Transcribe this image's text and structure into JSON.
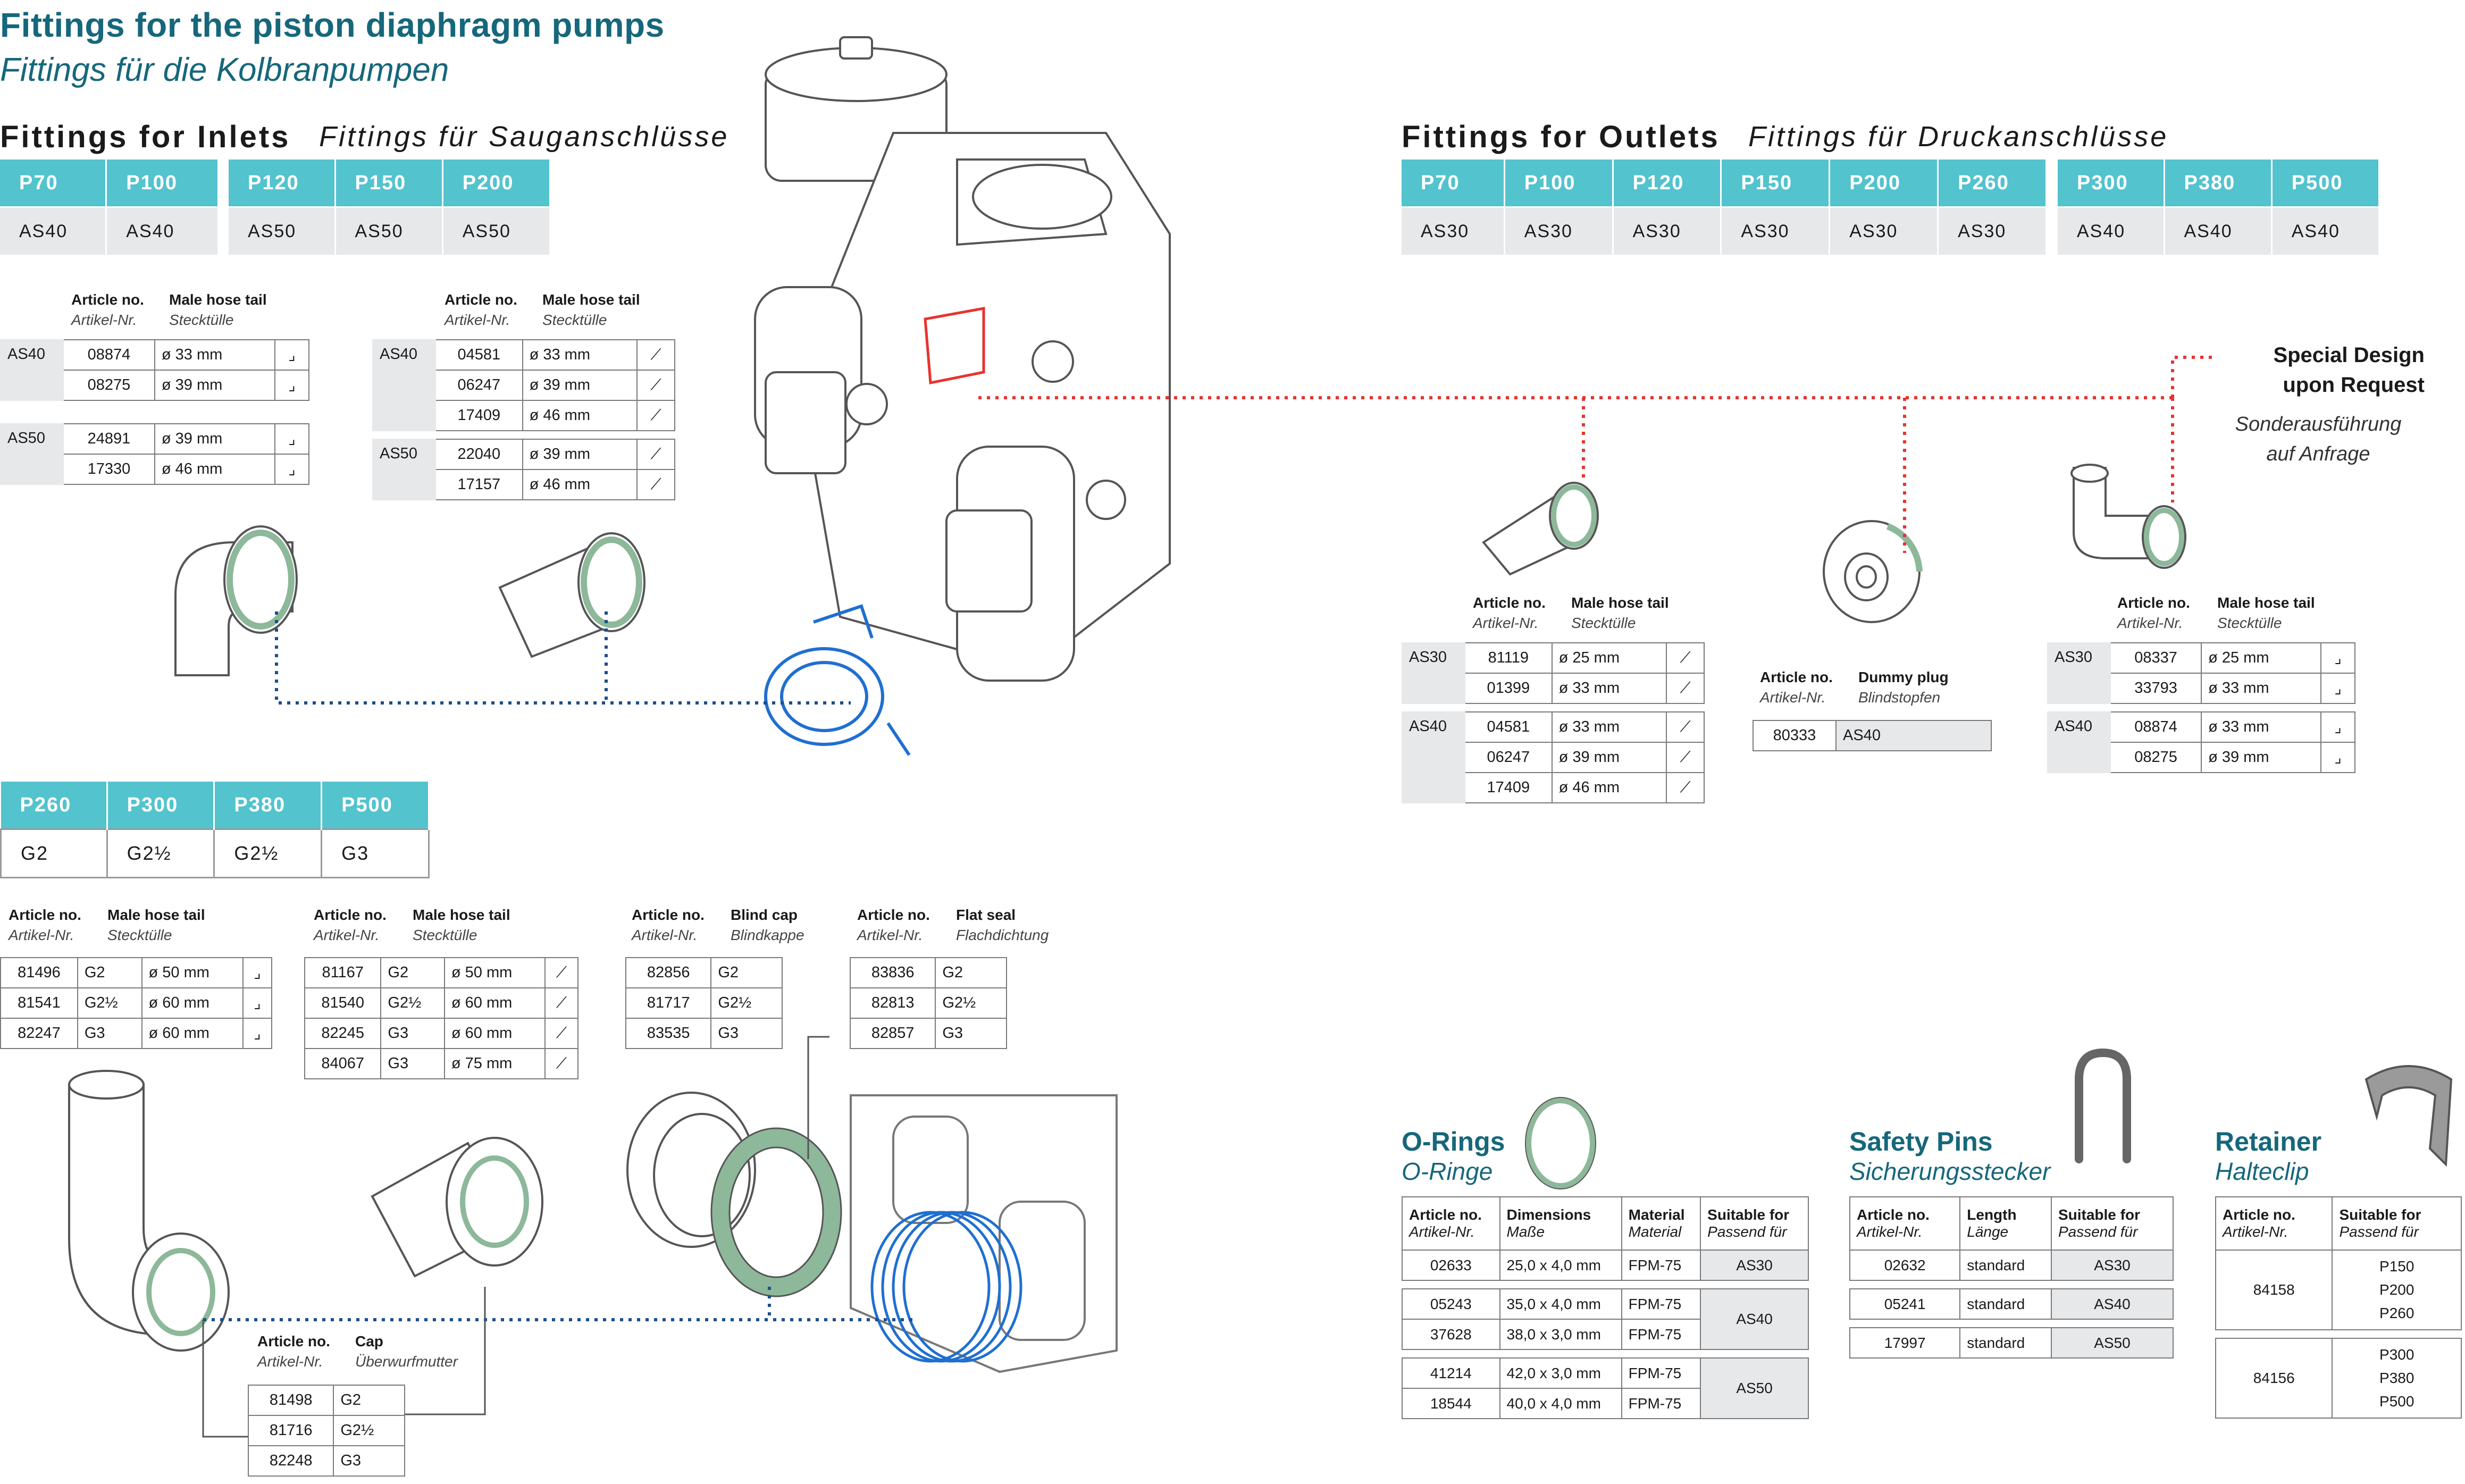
{
  "title": {
    "en": "Fittings for the piston diaphragm pumps",
    "de": "Fittings für die Kolbranpumpen"
  },
  "inlets": {
    "en": "Fittings for Inlets",
    "de": "Fittings für Sauganschlüsse",
    "group1": {
      "models": [
        "P70",
        "P100"
      ],
      "connections": [
        "AS40",
        "AS40"
      ]
    },
    "group2": {
      "models": [
        "P120",
        "P150",
        "P200"
      ],
      "connections": [
        "AS50",
        "AS50",
        "AS50"
      ]
    }
  },
  "outlets": {
    "en": "Fittings for Outlets",
    "de": "Fittings für Druckanschlüsse",
    "group1": {
      "models": [
        "P70",
        "P100",
        "P120",
        "P150",
        "P200",
        "P260"
      ],
      "connections": [
        "AS30",
        "AS30",
        "AS30",
        "AS30",
        "AS30",
        "AS30"
      ]
    },
    "group2": {
      "models": [
        "P300",
        "P380",
        "P500"
      ],
      "connections": [
        "AS40",
        "AS40",
        "AS40"
      ]
    }
  },
  "large": {
    "models": [
      "P260",
      "P300",
      "P380",
      "P500"
    ],
    "connections": [
      "G2",
      "G2½",
      "G2½",
      "G3"
    ]
  },
  "labels": {
    "article_no": "Article no.",
    "artikel_nr": "Artikel-Nr.",
    "male_hose_tail": "Male hose tail",
    "stecktuelle": "Stecktülle",
    "dummy_plug": "Dummy plug",
    "blindstopfen": "Blindstopfen",
    "blind_cap": "Blind cap",
    "blindkappe": "Blindkappe",
    "flat_seal": "Flat seal",
    "flachdichtung": "Flachdichtung",
    "cap": "Cap",
    "ueberwurfmutter": "Überwurfmutter",
    "dimensions": "Dimensions",
    "masse": "Maße",
    "material": "Material",
    "material_de": "Material",
    "suitable_for": "Suitable for",
    "passend_fuer": "Passend für",
    "length": "Length",
    "laenge": "Länge"
  },
  "special": {
    "line1": "Special Design",
    "line2": "upon Request",
    "de1": "Sonderausführung",
    "de2": "auf Anfrage"
  },
  "inlet_angled": {
    "AS40": [
      [
        "08874",
        "ø 33 mm"
      ],
      [
        "08275",
        "ø 39 mm"
      ]
    ],
    "AS50": [
      [
        "24891",
        "ø 39 mm"
      ],
      [
        "17330",
        "ø 46 mm"
      ]
    ]
  },
  "inlet_straight": {
    "AS40": [
      [
        "04581",
        "ø 33 mm"
      ],
      [
        "06247",
        "ø 39 mm"
      ],
      [
        "17409",
        "ø 46 mm"
      ]
    ],
    "AS50": [
      [
        "22040",
        "ø 39 mm"
      ],
      [
        "17157",
        "ø 46 mm"
      ]
    ]
  },
  "outlet_straight": {
    "AS30": [
      [
        "81119",
        "ø 25 mm"
      ],
      [
        "01399",
        "ø 33 mm"
      ]
    ],
    "AS40": [
      [
        "04581",
        "ø 33 mm"
      ],
      [
        "06247",
        "ø 39 mm"
      ],
      [
        "17409",
        "ø 46 mm"
      ]
    ]
  },
  "dummy": {
    "article": "80333",
    "conn": "AS40"
  },
  "outlet_angled": {
    "AS30": [
      [
        "08337",
        "ø 25 mm"
      ],
      [
        "33793",
        "ø 33 mm"
      ]
    ],
    "AS40": [
      [
        "08874",
        "ø 33 mm"
      ],
      [
        "08275",
        "ø 39 mm"
      ]
    ]
  },
  "large_angled": [
    [
      "81496",
      "G2",
      "ø 50 mm"
    ],
    [
      "81541",
      "G2½",
      "ø 60 mm"
    ],
    [
      "82247",
      "G3",
      "ø 60 mm"
    ]
  ],
  "large_straight": [
    [
      "81167",
      "G2",
      "ø 50 mm"
    ],
    [
      "81540",
      "G2½",
      "ø 60 mm"
    ],
    [
      "82245",
      "G3",
      "ø 60 mm"
    ],
    [
      "84067",
      "G3",
      "ø 75 mm"
    ]
  ],
  "blind_cap_rows": [
    [
      "82856",
      "G2"
    ],
    [
      "81717",
      "G2½"
    ],
    [
      "83535",
      "G3"
    ]
  ],
  "flat_seal_rows": [
    [
      "83836",
      "G2"
    ],
    [
      "82813",
      "G2½"
    ],
    [
      "82857",
      "G3"
    ]
  ],
  "cap_rows": [
    [
      "81498",
      "G2"
    ],
    [
      "81716",
      "G2½"
    ],
    [
      "82248",
      "G3"
    ]
  ],
  "orings": {
    "title": "O-Rings",
    "title_de": "O-Ringe",
    "rows": [
      [
        "02633",
        "25,0 x 4,0 mm",
        "FPM-75"
      ],
      [
        "05243",
        "35,0 x 4,0 mm",
        "FPM-75"
      ],
      [
        "37628",
        "38,0 x 3,0 mm",
        "FPM-75"
      ],
      [
        "41214",
        "42,0 x 3,0 mm",
        "FPM-75"
      ],
      [
        "18544",
        "40,0 x 4,0 mm",
        "FPM-75"
      ]
    ],
    "suit": [
      "AS30",
      "AS40",
      "AS50"
    ]
  },
  "safety": {
    "title": "Safety Pins",
    "title_de": "Sicherungsstecker",
    "rows": [
      [
        "02632",
        "standard",
        "AS30"
      ],
      [
        "05241",
        "standard",
        "AS40"
      ],
      [
        "17997",
        "standard",
        "AS50"
      ]
    ]
  },
  "retainer": {
    "title": "Retainer",
    "title_de": "Halteclip",
    "rows": [
      [
        "84158",
        "P150",
        "P200",
        "P260"
      ],
      [
        "84156",
        "P300",
        "P380",
        "P500"
      ]
    ]
  },
  "colors": {
    "accent": "#53c3ce",
    "heading": "#16677b",
    "seal": "#8db89a",
    "clip": "#1f6fd1",
    "special": "#e8332f"
  }
}
